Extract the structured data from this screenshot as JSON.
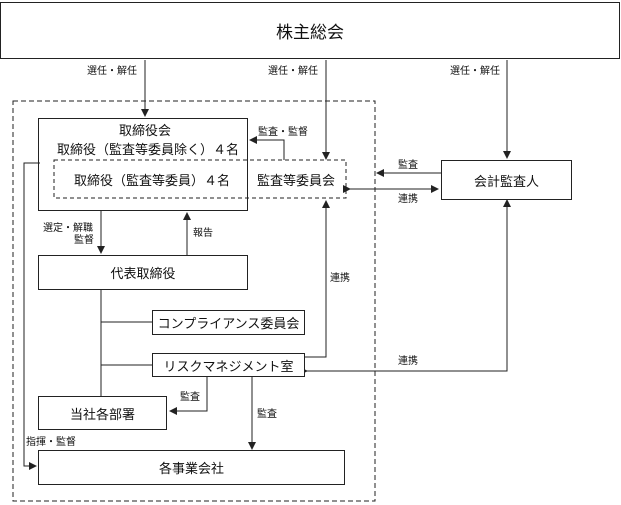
{
  "nodes": {
    "shareholders": "株主総会",
    "board_title": "取締役会",
    "board_sub": "取締役（監査等委員除く）４名",
    "audit_directors": "取締役（監査等委員）４名",
    "audit_committee": "監査等委員会",
    "accounting_auditor": "会計監査人",
    "representative": "代表取締役",
    "compliance": "コンプライアンス委員会",
    "risk": "リスクマネジメント室",
    "departments": "当社各部署",
    "subsidiaries": "各事業会社"
  },
  "edges": {
    "elect_board": "選任・解任",
    "elect_audit": "選任・解任",
    "elect_auditor": "選任・解任",
    "audit_supervise": "監査・監督",
    "audit_to_committee": "監査",
    "coop_committee_auditor": "連携",
    "select_dismiss": "選定・解職",
    "supervise": "監督",
    "report": "報告",
    "coop_risk_committee": "連携",
    "coop_risk_auditor": "連携",
    "risk_audit_dept": "監査",
    "risk_audit_sub": "監査",
    "direct_supervise": "指揮・監督"
  }
}
